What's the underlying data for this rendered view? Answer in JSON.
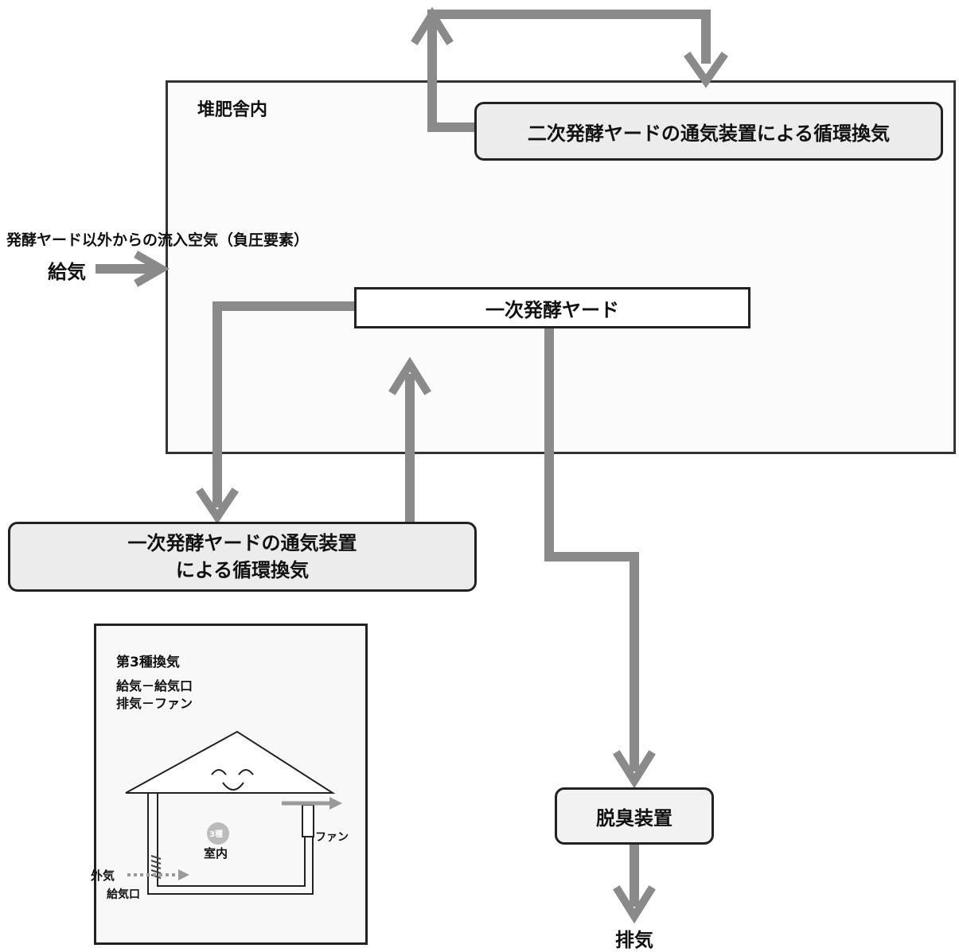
{
  "enclosure": {
    "title": "堆肥舎内"
  },
  "inflow_note": "発酵ヤード以外からの流入空気（負圧要素）",
  "supply_label": "給気",
  "secondary_box": "二次発酵ヤードの通気装置による循環換気",
  "primary_yard": "一次発酵ヤード",
  "primary_box_lines": [
    "一次発酵ヤードの通気装置",
    "による循環換気"
  ],
  "deodorizer": "脱臭装置",
  "exhaust_label": "排気",
  "inset": {
    "title": "第3種換気",
    "line1": "給気－給気口",
    "line2": "排気－ファン",
    "fan_label": "ファン",
    "room_label": "室内",
    "outside_label": "外気",
    "inlet_label": "給気口",
    "badge": "3種"
  },
  "colors": {
    "arrow": "#8a8a8a",
    "arrow_dark": "#6f6f6f",
    "line": "#222222"
  }
}
